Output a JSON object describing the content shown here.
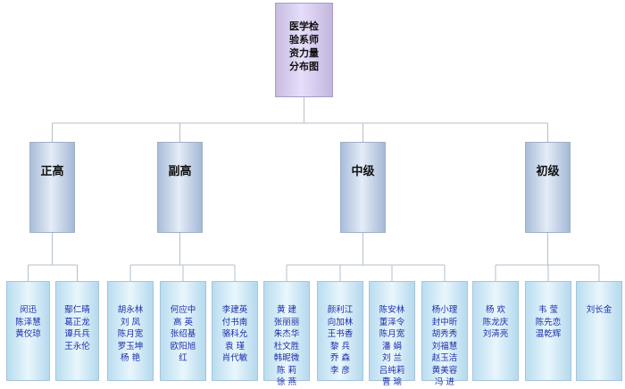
{
  "root": {
    "label": "医学检验系师资力量分布图"
  },
  "groups": [
    {
      "label": "正高",
      "leaves": [
        [
          "闵迅",
          "陈泽慧",
          "黄佼琼"
        ],
        [
          "鄢仁晴",
          "葛正龙",
          "谭兵兵",
          "王永伦"
        ]
      ]
    },
    {
      "label": "副高",
      "leaves": [
        [
          "胡永林",
          "刘  凤",
          "陈月宽",
          "罗玉坤",
          "杨  艳"
        ],
        [
          "何应中",
          "高  英",
          "张绍基",
          "欧阳旭",
          "红"
        ],
        [
          "李建英",
          "付书南",
          "骆科允",
          "袁  瑾",
          "肖代敏"
        ]
      ]
    },
    {
      "label": "中级",
      "leaves": [
        [
          "黄  建",
          "张丽丽",
          "朱杰华",
          "杜文胜",
          "韩昵微",
          "陈  莉",
          "徐  燕"
        ],
        [
          "颜利江",
          "向加林",
          "王书香",
          "黎  兵",
          "乔  森",
          "李  彦"
        ],
        [
          "陈安林",
          "董泽令",
          "陈月宽",
          "潘  娟",
          "刘  兰",
          "吕纯莉",
          "曹  瑜"
        ],
        [
          "杨小理",
          "封中昕",
          "胡秀秀",
          "刘福慧",
          "赵玉洁",
          "黄美容",
          "冯  进"
        ]
      ]
    },
    {
      "label": "初级",
      "leaves": [
        [
          "杨  欢",
          "陈龙庆",
          "刘清亮"
        ],
        [
          "韦  莹",
          "陈先恋",
          "温乾辉"
        ],
        [
          "刘长金"
        ]
      ]
    }
  ],
  "colors": {
    "connector": "#b4bfcc",
    "root_fill": "#d9cff0",
    "level1_fill": "#c7d6ea",
    "leaf_fill": "#d6eef9",
    "leaf_text": "#1a2ea8"
  }
}
